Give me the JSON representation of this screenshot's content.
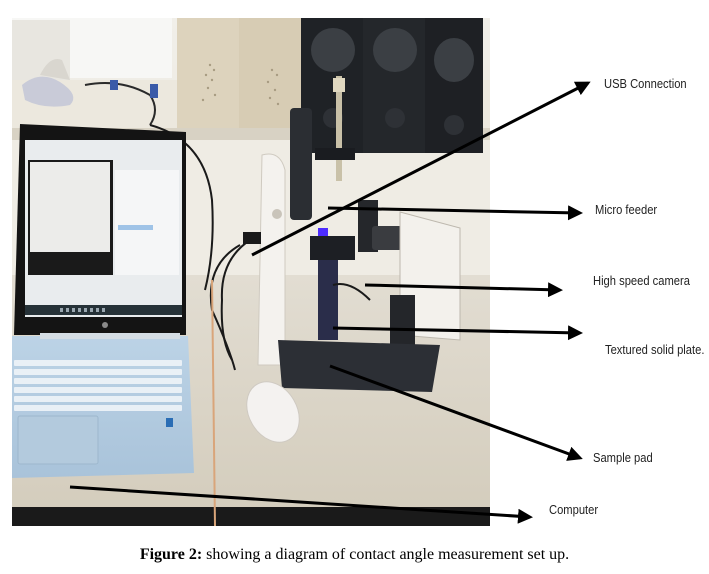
{
  "figure": {
    "caption_label": "Figure 2:",
    "caption_text": " showing a diagram of contact angle measurement set up."
  },
  "labels": [
    {
      "id": "usb",
      "text": "USB Connection"
    },
    {
      "id": "feeder",
      "text": "Micro feeder"
    },
    {
      "id": "camera",
      "text": "High speed camera"
    },
    {
      "id": "plate",
      "text": "Textured solid plate."
    },
    {
      "id": "pad",
      "text": "Sample pad"
    },
    {
      "id": "computer",
      "text": "Computer"
    }
  ],
  "photo": {
    "description": "Photograph of contact angle measurement apparatus on lab bench with laptop"
  }
}
